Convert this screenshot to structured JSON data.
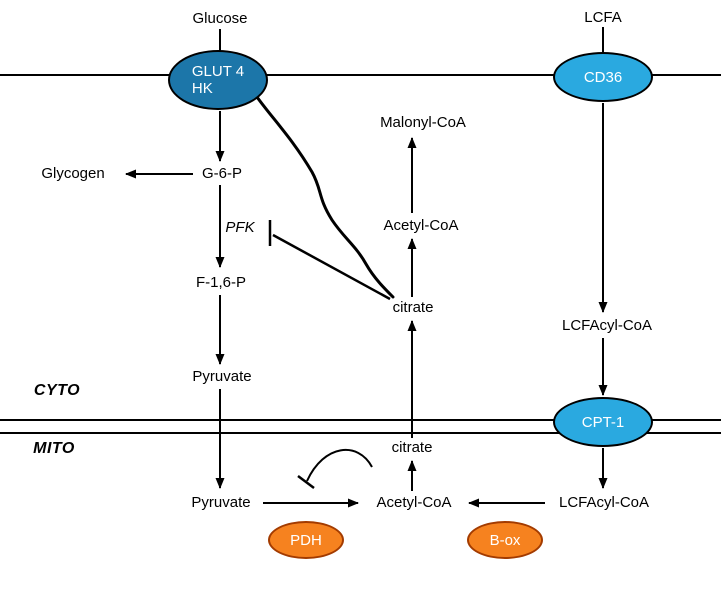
{
  "title": "Glucose and fatty acid metabolism pathway diagram",
  "colors": {
    "glut4_fill": "#1c76a9",
    "transporter_fill": "#2aa9e0",
    "enzyme_fill": "#f6821f",
    "enzyme_border": "#a33b00",
    "line": "#000000",
    "background": "#ffffff"
  },
  "compartments": {
    "cyto": "CYTO",
    "mito": "MITO"
  },
  "labels": {
    "glucose": "Glucose",
    "lcfa": "LCFA",
    "glut4_line1": "GLUT 4",
    "glut4_line2": "HK",
    "cd36": "CD36",
    "malonyl_coa": "Malonyl-CoA",
    "glycogen": "Glycogen",
    "g6p": "G-6-P",
    "pfk": "PFK",
    "acetyl_coa_cyto": "Acetyl-CoA",
    "f16p": "F-1,6-P",
    "citrate_cyto": "citrate",
    "lcfacyl_coa_cyto": "LCFAcyl-CoA",
    "pyruvate_cyto": "Pyruvate",
    "cpt1": "CPT-1",
    "citrate_mito": "citrate",
    "pyruvate_mito": "Pyruvate",
    "acetyl_coa_mito": "Acetyl-CoA",
    "lcfacyl_coa_mito": "LCFAcyl-CoA",
    "pdh": "PDH",
    "box": "B-ox"
  }
}
